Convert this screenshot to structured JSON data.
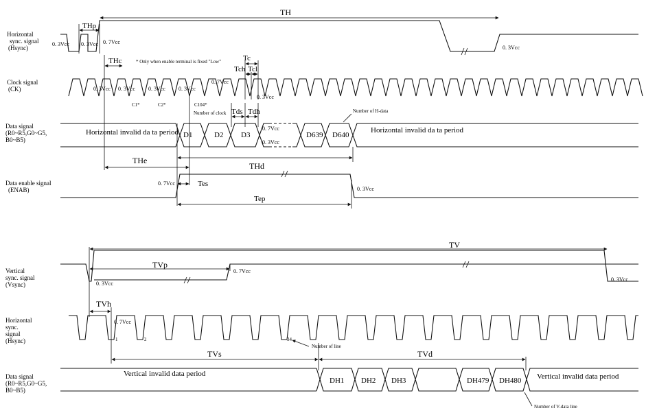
{
  "labels": {
    "hsync": [
      "Horizontal",
      "sync. signal",
      "(Hsync)"
    ],
    "clock": [
      "Clock signal",
      "(CK)"
    ],
    "data": [
      "Data signal",
      "(R0~R5,G0~G5,",
      "B0~B5)"
    ],
    "enab": [
      "Data enable signal",
      "(ENAB)"
    ],
    "vsync": [
      "Vertical",
      "sync. signal",
      "(Vsync)"
    ],
    "hsync2": [
      "Horizontal",
      "sync.",
      "signal",
      "(Hsync)"
    ],
    "data2": [
      "Data signal",
      "(R0~R5,G0~G5,",
      "B0~B5)"
    ]
  },
  "dims": {
    "TH": "TH",
    "THp": "THp",
    "THc": "THc",
    "Tc": "Tc",
    "Tch": "Tch",
    "Tcl": "Tcl",
    "Tds": "Tds",
    "Tdh": "Tdh",
    "THe": "THe",
    "THd": "THd",
    "Tes": "Tes",
    "Tep": "Tep",
    "TV": "TV",
    "TVp": "TVp",
    "TVh": "TVh",
    "TVs": "TVs",
    "TVd": "TVd"
  },
  "levels": {
    "v03": "0. 3Vcc",
    "v07": "0. 7Vcc"
  },
  "notes": {
    "enable_note": "* Only when enable terminal is fixed \"Low\"",
    "number_of_clock": "Number of clock",
    "number_of_hdata": "Number of H-data",
    "number_of_line": "Number of line",
    "number_of_vdata": "Number of V-data line",
    "c1": "C1*",
    "c2": "C2*",
    "c104": "C104*"
  },
  "hdata": {
    "invalid": "Horizontal invalid da ta period",
    "cells": [
      "D1",
      "D2",
      "D3",
      "D639",
      "D640"
    ]
  },
  "vdata": {
    "invalid": "Vertical invalid data period",
    "cells": [
      "DH1",
      "DH2",
      "DH3",
      "DH479",
      "DH480"
    ]
  },
  "line_numbers": [
    "1",
    "2",
    "34"
  ]
}
